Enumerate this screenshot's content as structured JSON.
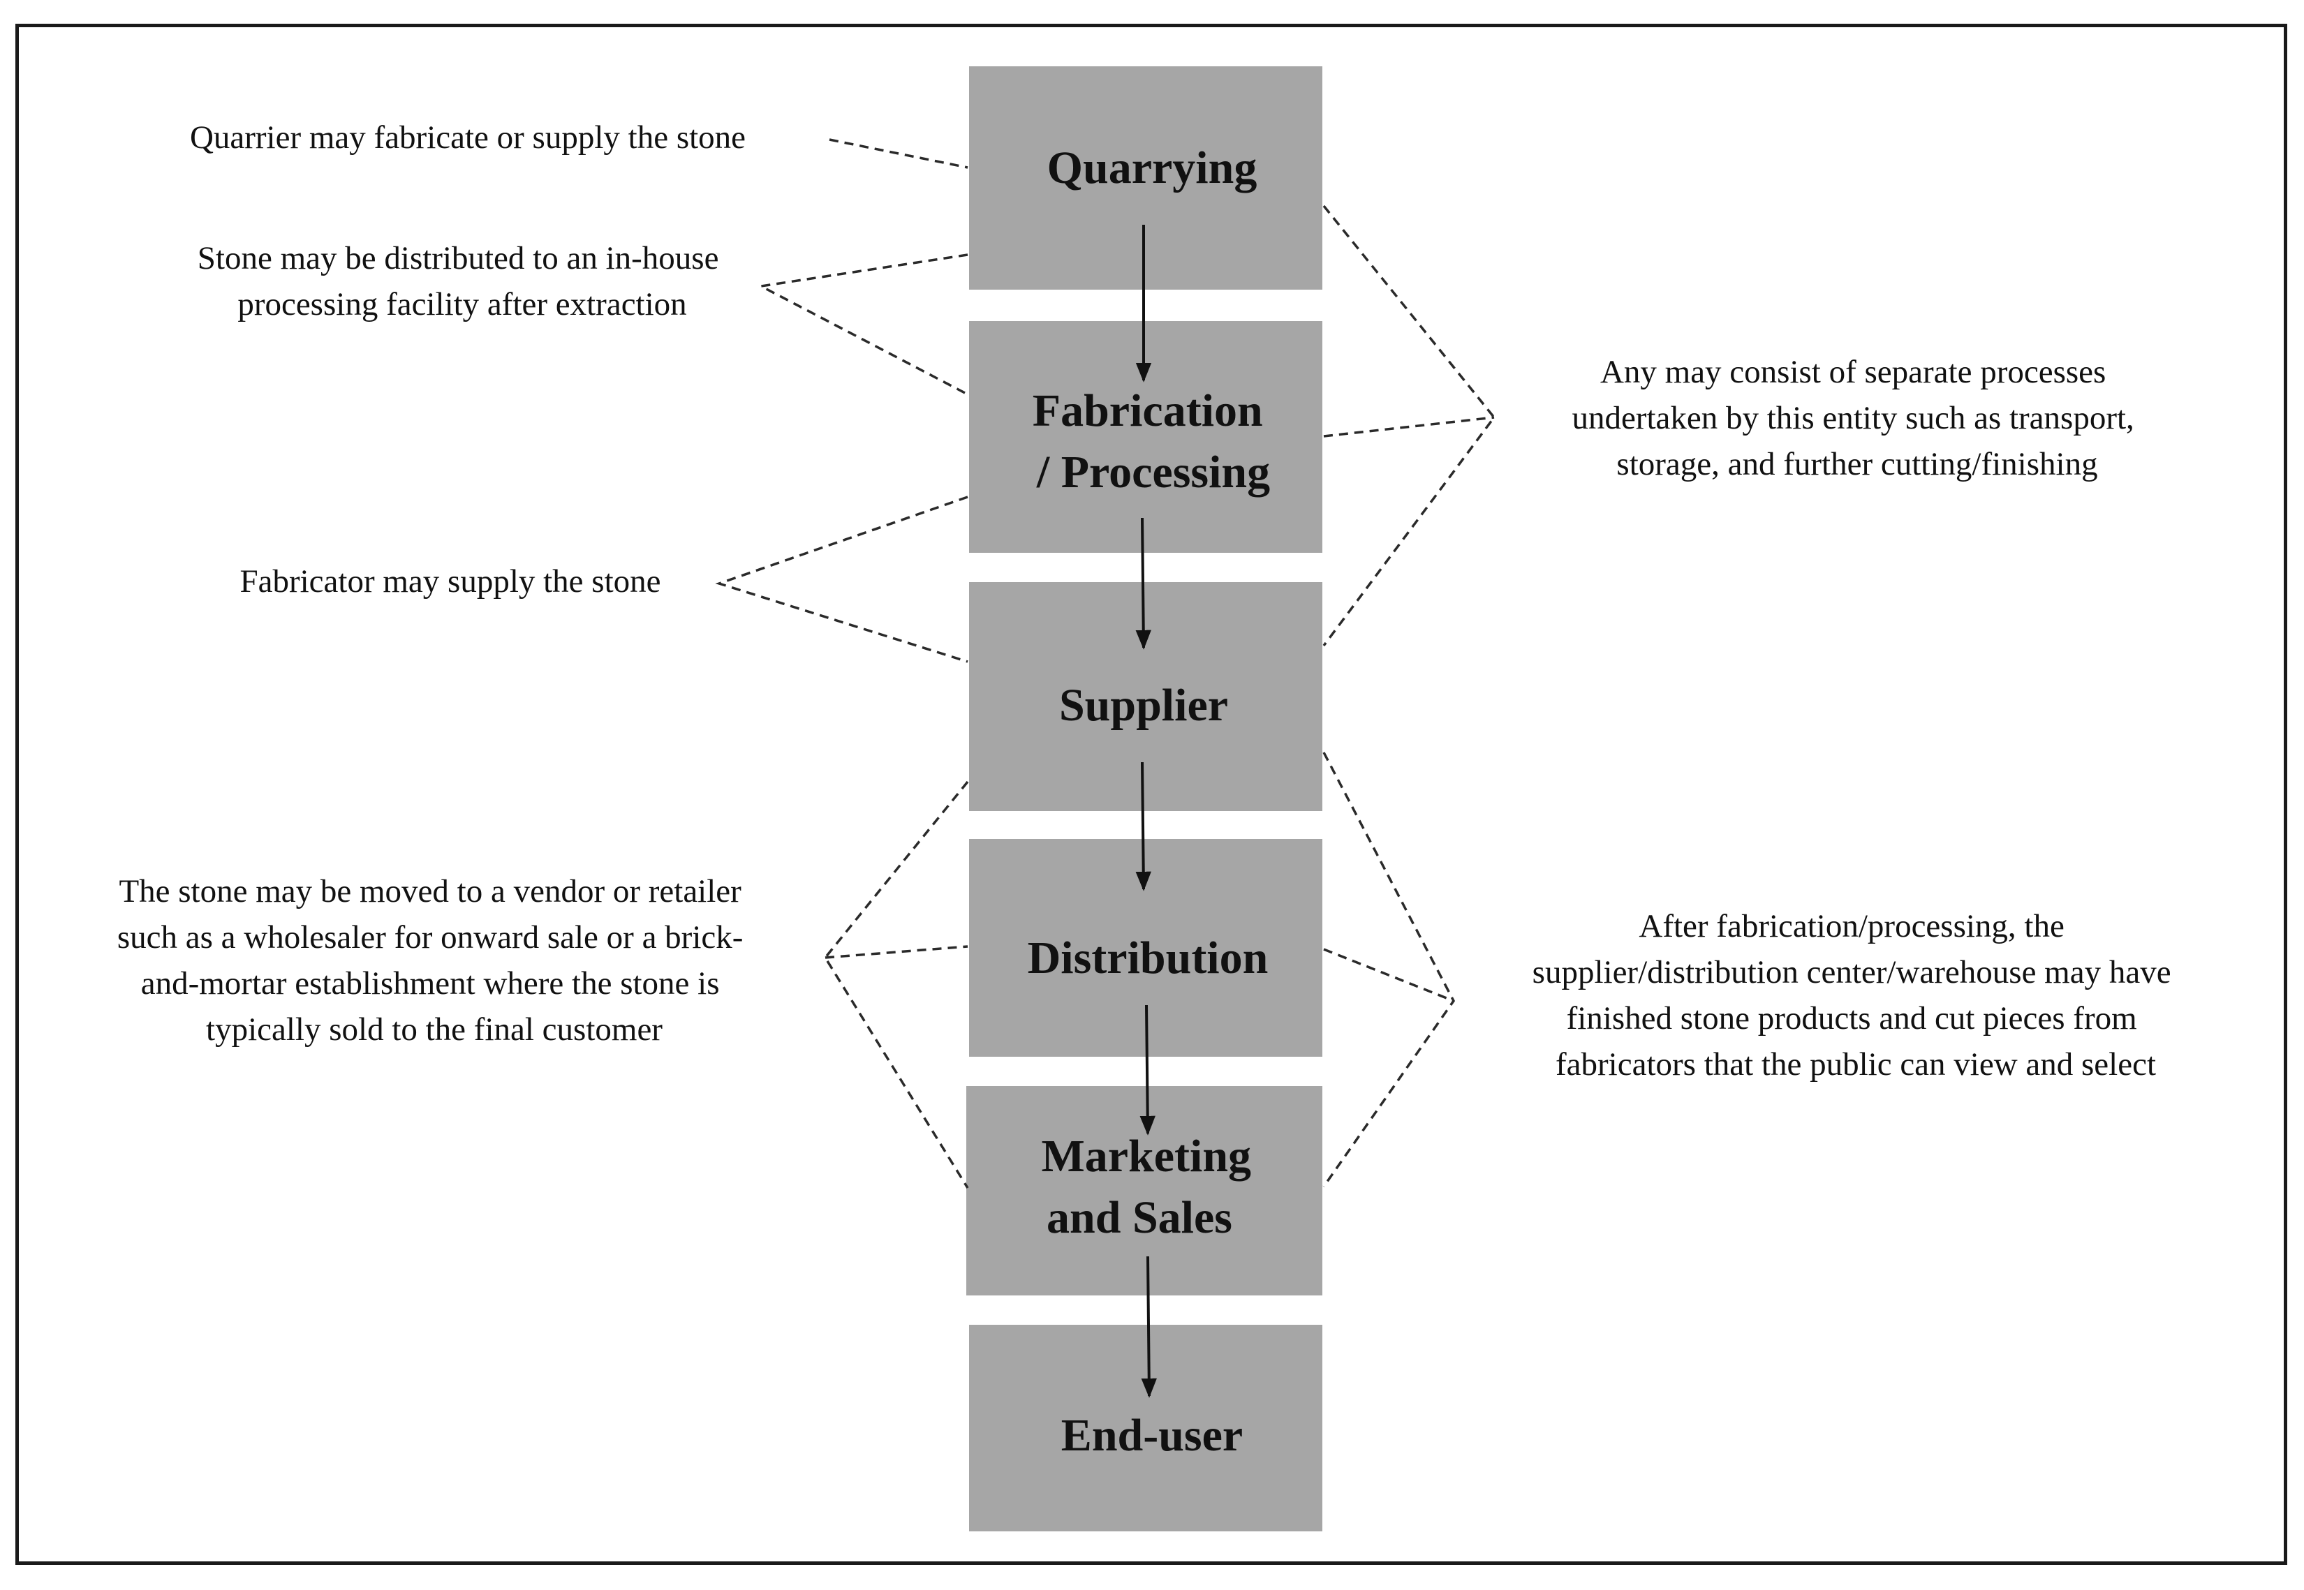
{
  "diagram": {
    "box_color": "#a6a6a6",
    "stages": [
      {
        "id": "quarrying",
        "lines": [
          "Quarrying"
        ]
      },
      {
        "id": "fabrication",
        "lines": [
          "Fabrication",
          "/ Processing"
        ]
      },
      {
        "id": "supplier",
        "lines": [
          "Supplier"
        ]
      },
      {
        "id": "distribution",
        "lines": [
          "Distribution"
        ]
      },
      {
        "id": "marketing",
        "lines": [
          "Marketing",
          "and Sales"
        ]
      },
      {
        "id": "end-user",
        "lines": [
          "End-user"
        ]
      }
    ],
    "notes": {
      "quarrier": [
        "Quarrier may fabricate or supply the stone"
      ],
      "in_house": [
        "Stone may be distributed to an in-house",
        "processing facility after extraction"
      ],
      "fabricator": [
        "Fabricator may supply the stone"
      ],
      "vendor": [
        "The stone may be moved to a vendor or retailer",
        "such as a wholesaler for onward sale or a brick-",
        "and-mortar establishment where the stone is",
        "typically sold to the final customer"
      ],
      "separate": [
        "Any may consist of separate processes",
        "undertaken by this entity such as transport,",
        "storage, and further cutting/finishing"
      ],
      "after": [
        "After fabrication/processing, the",
        "supplier/distribution center/warehouse may have",
        "finished stone products and cut pieces from",
        "fabricators that the public can view and select"
      ]
    }
  }
}
